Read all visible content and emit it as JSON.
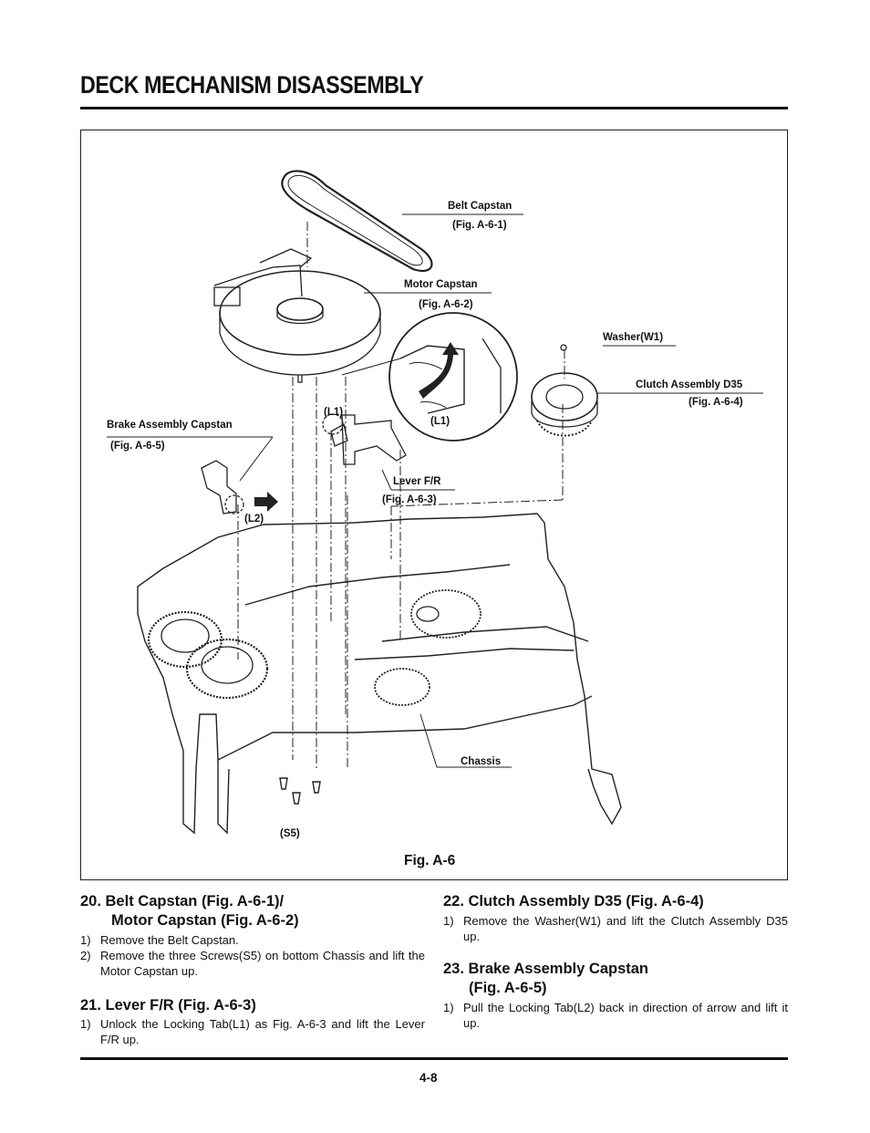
{
  "header": {
    "title": "DECK MECHANISM DISASSEMBLY"
  },
  "figure": {
    "caption": "Fig. A-6",
    "labels": {
      "belt_capstan": "Belt Capstan",
      "belt_capstan_fig": "(Fig. A-6-1)",
      "motor_capstan": "Motor Capstan",
      "motor_capstan_fig": "(Fig. A-6-2)",
      "washer": "Washer(W1)",
      "clutch_assembly": "Clutch Assembly D35",
      "clutch_assembly_fig": "(Fig. A-6-4)",
      "brake_assembly": "Brake Assembly Capstan",
      "brake_assembly_fig": "(Fig. A-6-5)",
      "l1_left": "(L1)",
      "l1_right": "(L1)",
      "lever_fr": "Lever F/R",
      "lever_fr_fig": "(Fig. A-6-3)",
      "l2": "(L2)",
      "chassis": "Chassis",
      "s5": "(S5)"
    }
  },
  "sections": {
    "s20": {
      "title_line1": "20. Belt Capstan (Fig. A-6-1)/",
      "title_line2": "Motor Capstan (Fig. A-6-2)",
      "steps": [
        {
          "num": "1)",
          "text": "Remove the Belt Capstan."
        },
        {
          "num": "2)",
          "text": "Remove the three Screws(S5) on bottom Chassis and lift the Motor Capstan up."
        }
      ]
    },
    "s21": {
      "title_line1": "21. Lever F/R (Fig. A-6-3)",
      "steps": [
        {
          "num": "1)",
          "text": "Unlock the Locking Tab(L1) as Fig. A-6-3 and lift the Lever F/R up."
        }
      ]
    },
    "s22": {
      "title_line1": "22. Clutch Assembly D35 (Fig. A-6-4)",
      "steps": [
        {
          "num": "1)",
          "text": "Remove the Washer(W1) and lift the Clutch Assembly D35 up."
        }
      ]
    },
    "s23": {
      "title_line1": "23. Brake Assembly Capstan",
      "title_line2": "(Fig. A-6-5)",
      "steps": [
        {
          "num": "1)",
          "text": "Pull the Locking Tab(L2) back in direction of arrow and lift it up."
        }
      ]
    }
  },
  "footer": {
    "page_number": "4-8"
  }
}
